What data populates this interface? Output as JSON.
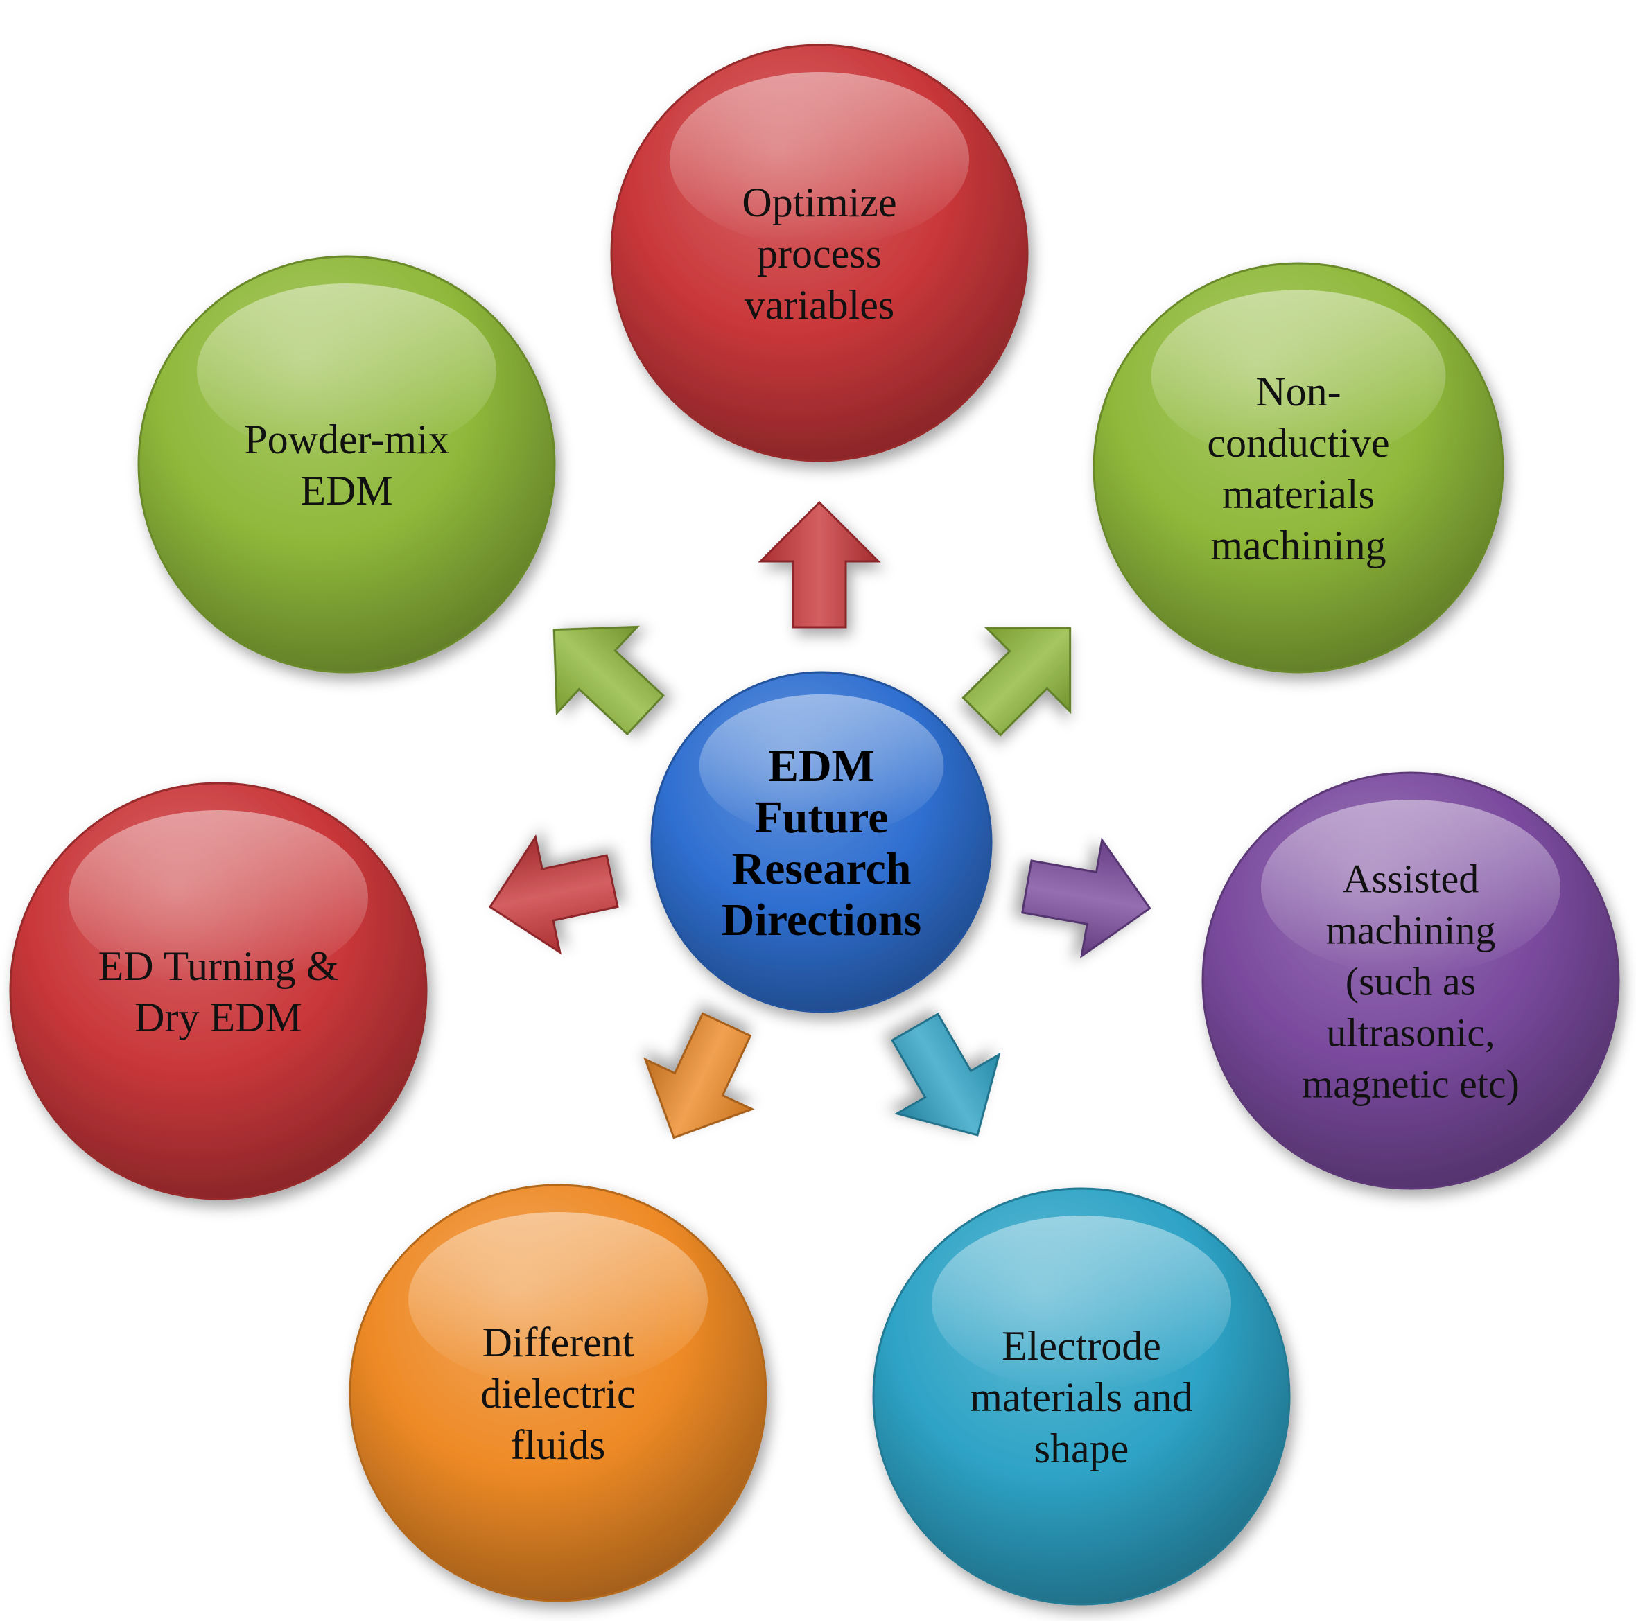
{
  "center": {
    "lines": [
      "EDM",
      "Future",
      "Research",
      "Directions"
    ],
    "color": "#2f6fd0",
    "text_color": "#000000"
  },
  "nodes": [
    {
      "id": "optimize",
      "lines": [
        "Optimize",
        "process",
        "variables"
      ],
      "color": "#c9373a",
      "arrow_color": "#c9373a"
    },
    {
      "id": "nonconductive",
      "lines": [
        "Non-",
        "conductive",
        "materials",
        "machining"
      ],
      "color": "#8fb83a",
      "arrow_color": "#8fb83a"
    },
    {
      "id": "assisted",
      "lines": [
        "Assisted",
        "machining",
        "(such as",
        "ultrasonic,",
        "magnetic etc)"
      ],
      "color": "#7a4a9e",
      "arrow_color": "#7a4a9e"
    },
    {
      "id": "electrode",
      "lines": [
        "Electrode",
        "materials and",
        "shape"
      ],
      "color": "#2ea3c6",
      "arrow_color": "#2ea3c6"
    },
    {
      "id": "dielectric",
      "lines": [
        "Different",
        "dielectric",
        "fluids"
      ],
      "color": "#ee8a26",
      "arrow_color": "#ee8a26"
    },
    {
      "id": "turning",
      "lines": [
        "ED Turning &",
        "Dry EDM"
      ],
      "color": "#c9373a",
      "arrow_color": "#c9373a"
    },
    {
      "id": "powder",
      "lines": [
        "Powder-mix",
        "EDM"
      ],
      "color": "#8fb83a",
      "arrow_color": "#8fb83a"
    }
  ]
}
